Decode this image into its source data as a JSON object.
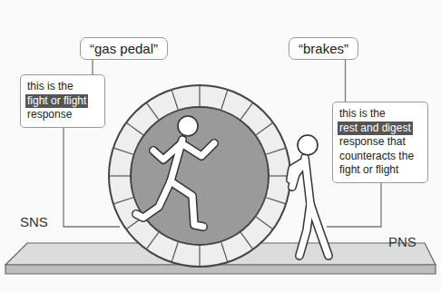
{
  "diagram": {
    "nodes": [
      {
        "text": [
          "“gas pedal”"
        ]
      },
      {
        "text": [
          "“brakes”"
        ]
      },
      {
        "text": [
          "this is the",
          "fight or flight",
          "response"
        ]
      },
      {
        "text": [
          "this is the",
          "rest and digest",
          "response that counteracts the fight or flight"
        ]
      }
    ],
    "edges": [
      {
        "from": 0,
        "to": 2,
        "arrow": "none"
      },
      {
        "from": 1,
        "to": 3,
        "arrow": "none"
      }
    ],
    "labels": [
      "SNS",
      "PNS"
    ]
  }
}
